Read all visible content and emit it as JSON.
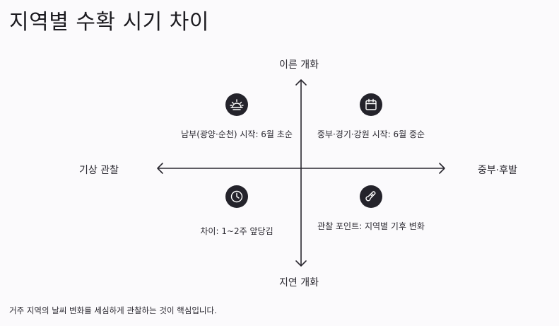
{
  "title": "지역별 수확 시기 차이",
  "axes": {
    "top": "이른 개화",
    "bottom": "지연 개화",
    "left": "기상 관찰",
    "right": "중부·후발"
  },
  "quadrants": {
    "top_left": {
      "icon": "sunrise-icon",
      "text": "남부(광양·순천) 시작: 6월 초순"
    },
    "top_right": {
      "icon": "calendar-icon",
      "text": "중부·경기·강원 시작: 6월 중순"
    },
    "bottom_left": {
      "icon": "clock-icon",
      "text": "차이: 1~2주 앞당김"
    },
    "bottom_right": {
      "icon": "thermometer-icon",
      "text": "관찰 포인트: 지역별 기후 변화"
    }
  },
  "footer": "거주 지역의 날씨 변화를 세심하게 관찰하는 것이 핵심입니다.",
  "colors": {
    "background": "#fbfafc",
    "axis": "#2a2830",
    "icon_bg": "#24232b",
    "icon_fg": "#ffffff"
  }
}
